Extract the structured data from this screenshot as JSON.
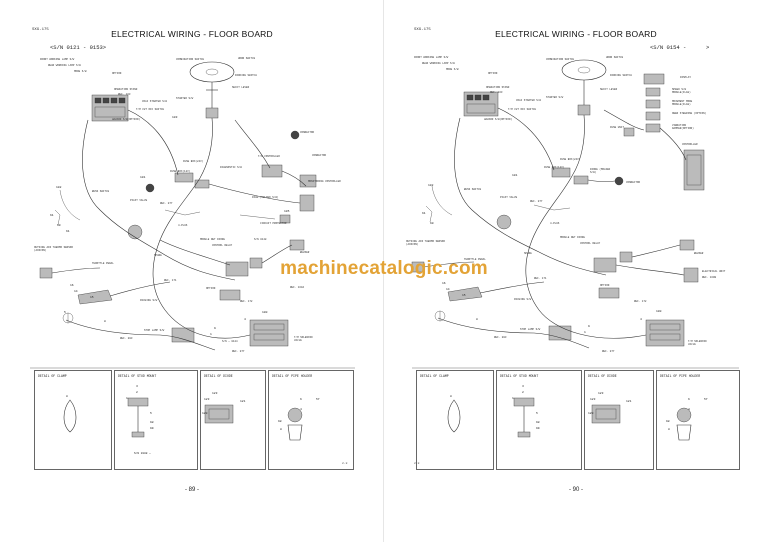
{
  "left_page": {
    "model": "SXG-175",
    "title": "ELECTRICAL WIRING - FLOOR BOARD",
    "serial": "<S/N 0121 - 0153>",
    "page_number": "- 89 -",
    "fig_number": "2-8",
    "labels": [
      "FRONT WORKING LAMP S/W",
      "REAR WORKING LAMP S/W",
      "MODE S/W",
      "OPTION",
      "COMBINATION SWITCH",
      "HORN SWITCH",
      "PARKING SWITCH",
      "SHIFT LEVER",
      "OPERATION STAND",
      "REF. 163",
      "COLD STARTER S/W",
      "STARTER S/W",
      "T/M CUT OFF SWITCH",
      "HAZARD S/W(OPTION)",
      "CONNECTOR",
      "T/M CONTROLLER",
      "CONNECTOR",
      "FUSE BOX(24V)",
      "DIAGNOSTIC S/W",
      "FUSE BOX(12V)",
      "MONITORING CONTROLLER",
      "BUSS SWITCH",
      "DIAG.(MOLDED S/W)",
      "PILOT VALVE",
      "REF. 077",
      "CIRCUIT PROTECTOR",
      "4-PLUS",
      "MODULE NET DIODE",
      "CONTROL RELAY",
      "S/N 0148",
      "BUZZER",
      "OUTSIDE AIR THERMO SENSOR (AIRCON)",
      "SPARE",
      "THROTTLE PEDAL",
      "REF. 171",
      "OPTION",
      "REF. 163A",
      "INCHING S/W",
      "REF. 172",
      "STOP LAMP S/W",
      "REF. 003",
      "S/N ~ 0124",
      "T/M SOLENOID VALVE",
      "REF. 077"
    ],
    "part_numbers": [
      "102",
      "61",
      "60",
      "61",
      "101",
      "103",
      "105",
      "14",
      "16",
      "15",
      "9",
      "1",
      "4",
      "100",
      "8",
      "5"
    ],
    "details": [
      {
        "title": "DETAIL OF CLAMP",
        "numbers": [
          "8"
        ]
      },
      {
        "title": "DETAIL OF STUD MOUNT",
        "numbers": [
          "3",
          "2",
          "1",
          "5",
          "98",
          "99",
          "S/N 0108 ~"
        ]
      },
      {
        "title": "DETAIL OF DIODE",
        "numbers": [
          "123",
          "123",
          "121",
          "120"
        ]
      },
      {
        "title": "DETAIL OF PIPE HOLDER",
        "numbers": [
          "6",
          "57",
          "4",
          "98",
          "8"
        ]
      }
    ]
  },
  "right_page": {
    "model": "SXG-175",
    "title": "ELECTRICAL WIRING - FLOOR BOARD",
    "serial": "<S/N 0154 -",
    "serial_suffix": ">",
    "page_number": "- 90 -",
    "fig_number": "2-8",
    "labels": [
      "FRONT WORKING LAMP S/W",
      "REAR WORKING LAMP S/W",
      "MODE S/W",
      "OPTION",
      "COMBINATION SWITCH",
      "HORN SWITCH",
      "PARKING SWITCH",
      "SHIFT LEVER",
      "DISPLAY",
      "SPEED S/W MODULE(FLAG)",
      "MOVEMENT MODE MODULE(FLAG)",
      "OWER STEERING (OPTION)",
      "VIBRATION DAMPER(OPTION)",
      "CONTROLLER",
      "OPERATION STAND",
      "REF. 163",
      "COLD STARTER S/W",
      "STARTER S/W",
      "T/M CUT OFF SWITCH",
      "HAZARD S/W(OPTION)",
      "FUSE UNIT",
      "CONNECTOR",
      "FUSE BOX(24V)",
      "FUSE BOX(12V)",
      "DIODE (MOLDED S/W)",
      "BUSS SWITCH",
      "PILOT VALVE",
      "REF. 077",
      "4-PLUS",
      "MODULE NET DIODE",
      "CONTROL RELAY",
      "BUZZER",
      "OUTSIDE AIR THERMO SENSOR (AIRCON)",
      "SPARE",
      "THROTTLE PEDAL",
      "REF. 171",
      "ELECTRICAL UNIT",
      "REF. 163B",
      "OPTION",
      "INCHING S/W",
      "REF. 172",
      "STOP LAMP S/W",
      "REF. 003",
      "T/M SOLENOID VALVE",
      "REF. 077"
    ],
    "part_numbers": [
      "102",
      "61",
      "60",
      "101",
      "14",
      "16",
      "15",
      "9",
      "1",
      "4",
      "100",
      "8"
    ],
    "details": [
      {
        "title": "DETAIL OF CLAMP",
        "numbers": [
          "8"
        ]
      },
      {
        "title": "DETAIL OF STUD MOUNT",
        "numbers": [
          "3",
          "2",
          "1",
          "5",
          "98",
          "99"
        ]
      },
      {
        "title": "DETAIL OF DIODE",
        "numbers": [
          "123",
          "123",
          "121",
          "120"
        ]
      },
      {
        "title": "DETAIL OF PIPE HOLDER",
        "numbers": [
          "6",
          "57",
          "4",
          "98",
          "8"
        ]
      }
    ]
  },
  "watermark": "machinecatalogic.com"
}
